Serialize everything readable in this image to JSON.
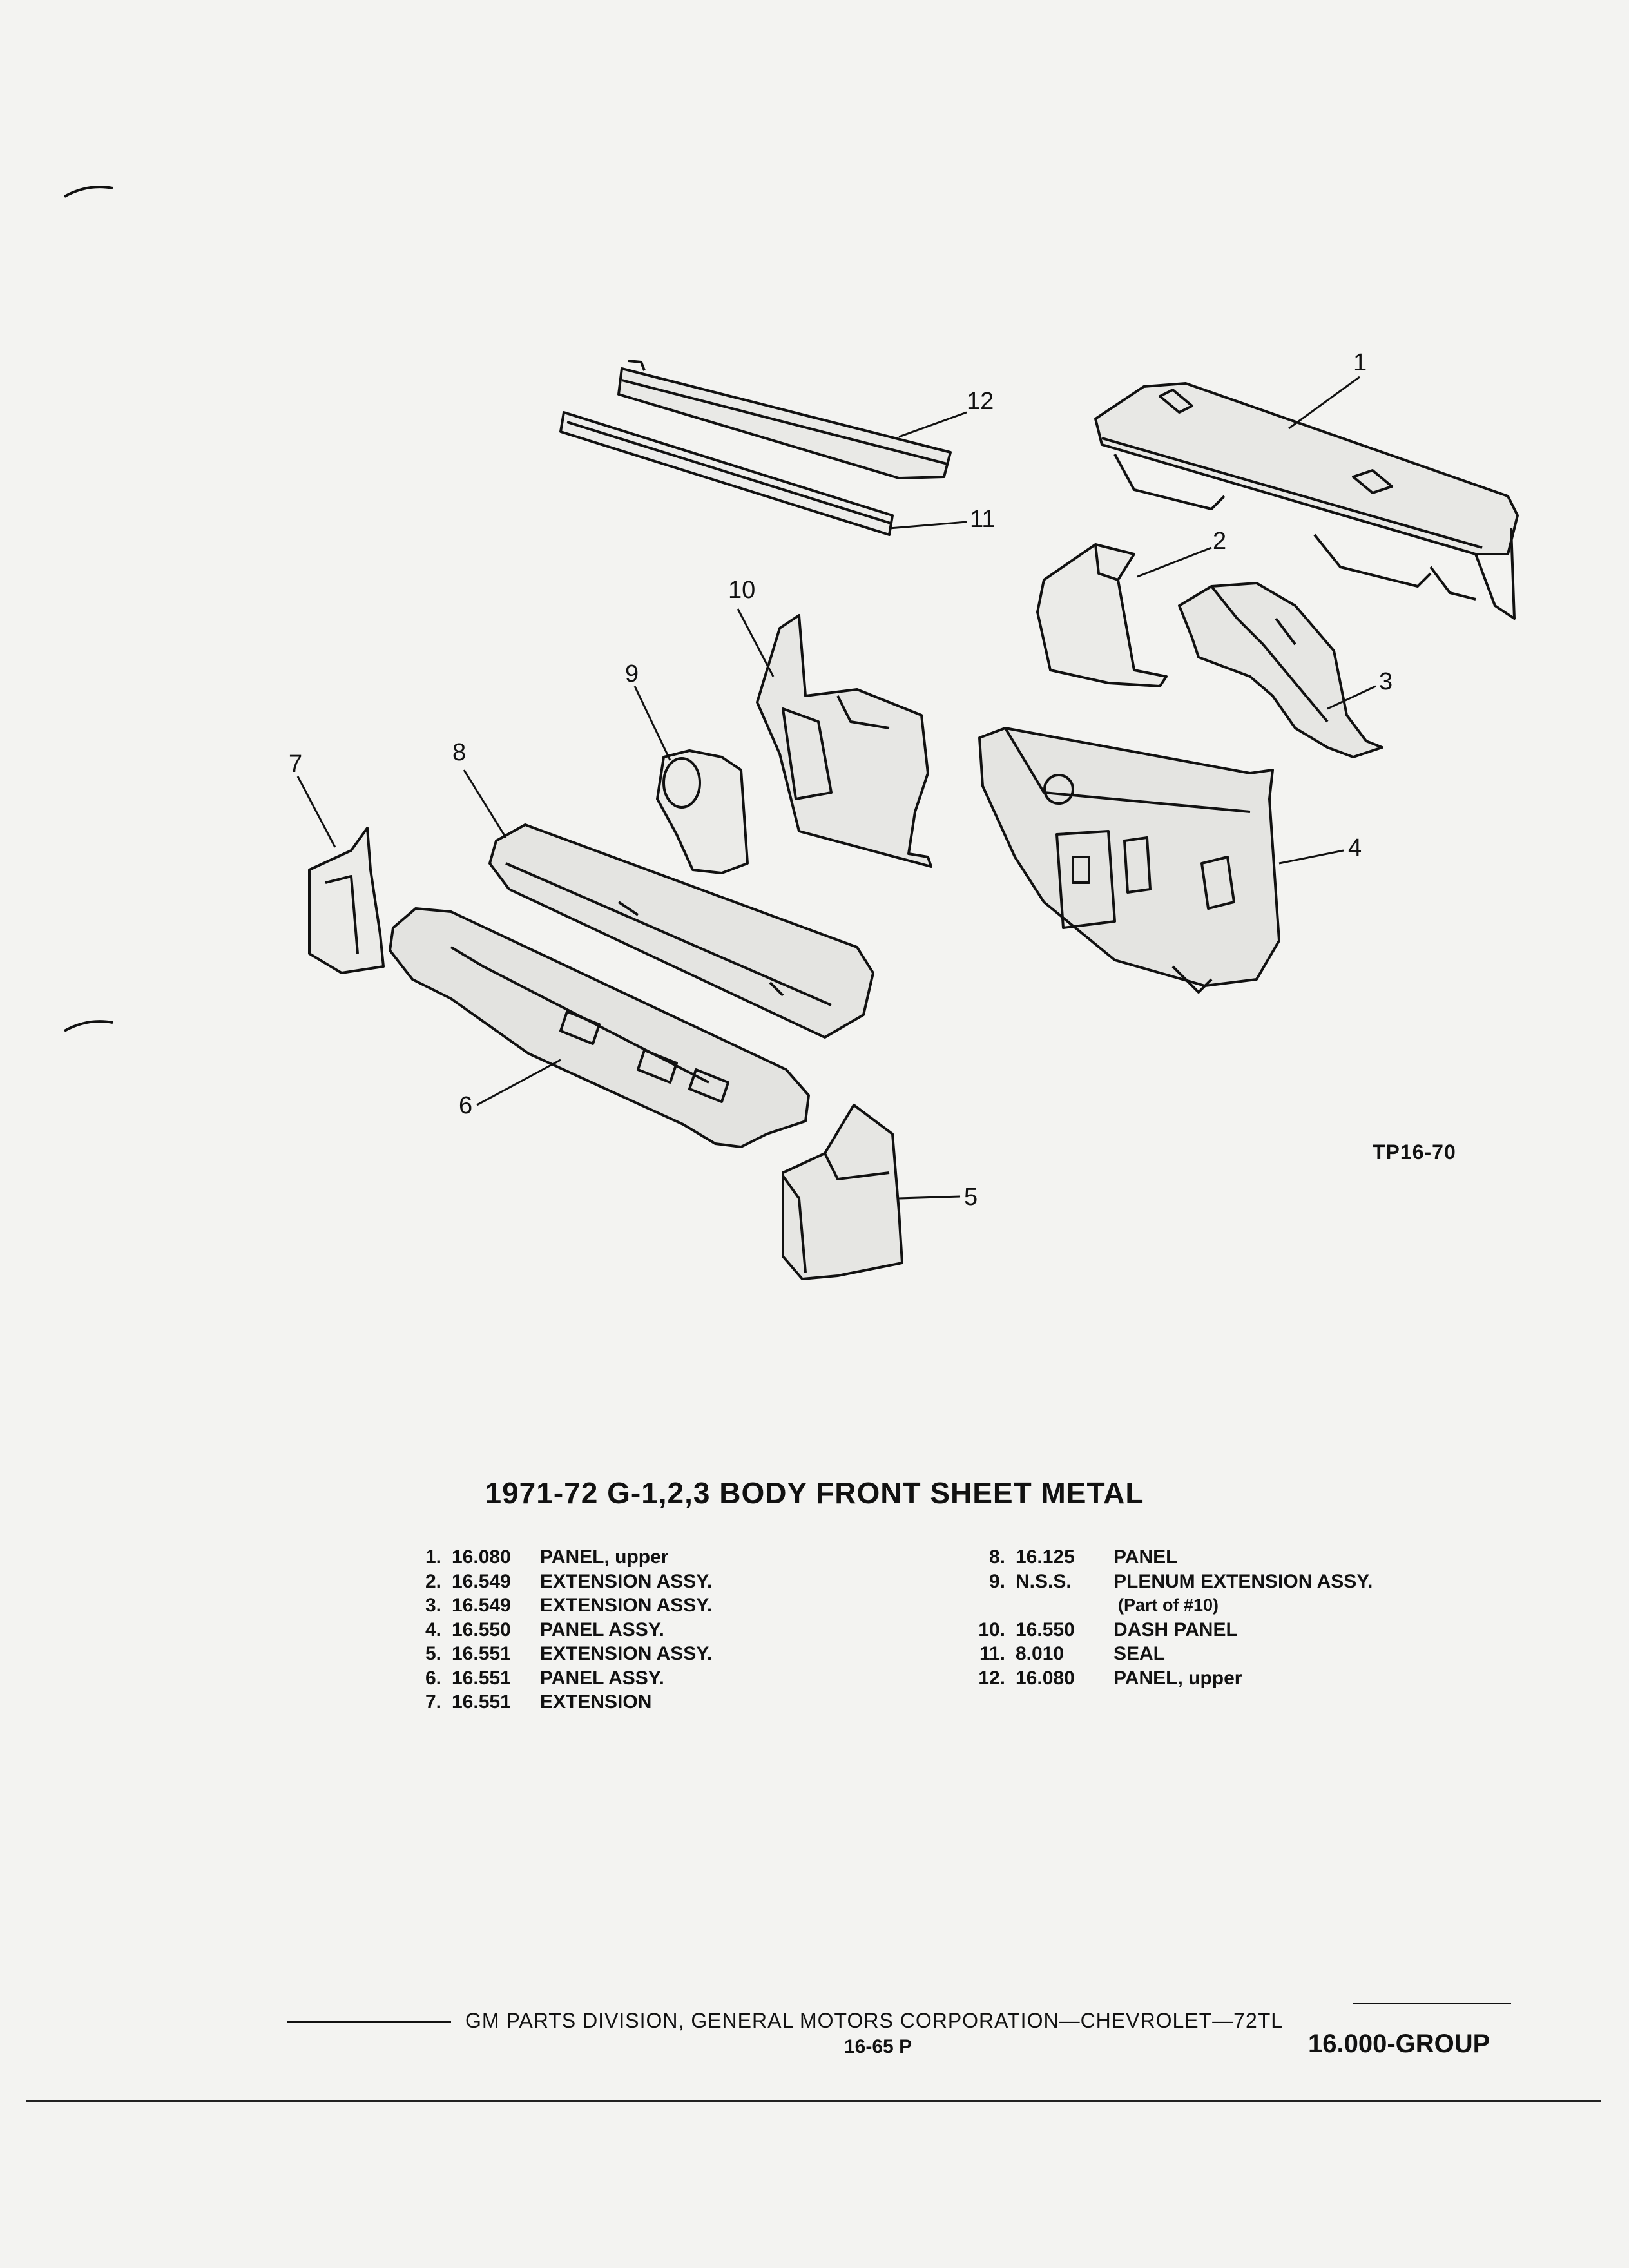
{
  "diagram": {
    "callouts": [
      "1",
      "2",
      "3",
      "4",
      "5",
      "6",
      "7",
      "8",
      "9",
      "10",
      "11",
      "12"
    ],
    "figure_ref": "TP16-70"
  },
  "title": "1971-72 G-1,2,3 BODY FRONT SHEET METAL",
  "legend_left": [
    {
      "num": "1.",
      "code": "16.080",
      "desc": "PANEL, upper"
    },
    {
      "num": "2.",
      "code": "16.549",
      "desc": "EXTENSION ASSY."
    },
    {
      "num": "3.",
      "code": "16.549",
      "desc": "EXTENSION ASSY."
    },
    {
      "num": "4.",
      "code": "16.550",
      "desc": "PANEL ASSY."
    },
    {
      "num": "5.",
      "code": "16.551",
      "desc": "EXTENSION ASSY."
    },
    {
      "num": "6.",
      "code": "16.551",
      "desc": "PANEL ASSY."
    },
    {
      "num": "7.",
      "code": "16.551",
      "desc": "EXTENSION"
    }
  ],
  "legend_right": [
    {
      "num": "8.",
      "code": "16.125",
      "desc": "PANEL"
    },
    {
      "num": "9.",
      "code": "N.S.S.",
      "desc": "PLENUM EXTENSION ASSY."
    },
    {
      "num": "",
      "code": "",
      "desc": "(Part of #10)"
    },
    {
      "num": "10.",
      "code": "16.550",
      "desc": "DASH PANEL"
    },
    {
      "num": "11.",
      "code": "8.010",
      "desc": "SEAL"
    },
    {
      "num": "12.",
      "code": "16.080",
      "desc": "PANEL, upper"
    }
  ],
  "footer": {
    "text": "GM PARTS DIVISION, GENERAL MOTORS CORPORATION—CHEVROLET—72TL",
    "page": "16-65 P",
    "group": "16.000-GROUP"
  }
}
